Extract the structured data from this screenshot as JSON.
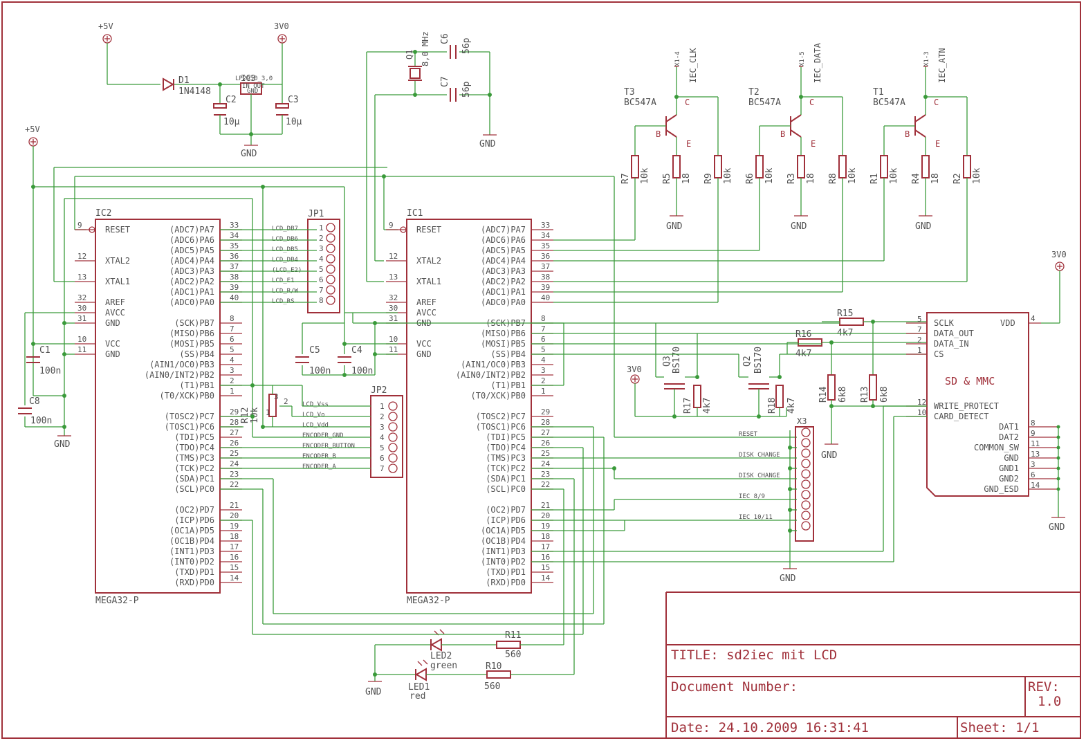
{
  "title_block": {
    "title": "TITLE:  sd2iec mit LCD",
    "doc_number": "Document Number:",
    "rev_label": "REV:",
    "rev_value": "1.0",
    "date": "Date: 24.10.2009 16:31:41",
    "sheet": "Sheet: 1/1"
  },
  "ic2": {
    "name": "IC2",
    "type": "MEGA32-P",
    "left_pins": [
      {
        "n": "9",
        "l": "RESET"
      },
      {
        "n": "12",
        "l": "XTAL2"
      },
      {
        "n": "13",
        "l": "XTAL1"
      },
      {
        "n": "32",
        "l": "AREF"
      },
      {
        "n": "30",
        "l": "AVCC"
      },
      {
        "n": "31",
        "l": "GND"
      },
      {
        "n": "10",
        "l": "VCC"
      },
      {
        "n": "11",
        "l": "GND"
      }
    ]
  },
  "ic1": {
    "name": "IC1",
    "type": "MEGA32-P"
  },
  "mcu_right_pins": [
    {
      "n": "33",
      "l": "(ADC7)PA7"
    },
    {
      "n": "34",
      "l": "(ADC6)PA6"
    },
    {
      "n": "35",
      "l": "(ADC5)PA5"
    },
    {
      "n": "36",
      "l": "(ADC4)PA4"
    },
    {
      "n": "37",
      "l": "(ADC3)PA3"
    },
    {
      "n": "38",
      "l": "(ADC2)PA2"
    },
    {
      "n": "39",
      "l": "(ADC1)PA1"
    },
    {
      "n": "40",
      "l": "(ADC0)PA0"
    },
    {
      "n": "8",
      "l": "(SCK)PB7"
    },
    {
      "n": "7",
      "l": "(MISO)PB6"
    },
    {
      "n": "6",
      "l": "(MOSI)PB5"
    },
    {
      "n": "5",
      "l": "(SS)PB4"
    },
    {
      "n": "4",
      "l": "(AIN1/OC0)PB3"
    },
    {
      "n": "3",
      "l": "(AIN0/INT2)PB2"
    },
    {
      "n": "2",
      "l": "(T1)PB1"
    },
    {
      "n": "1",
      "l": "(T0/XCK)PB0"
    },
    {
      "n": "29",
      "l": "(TOSC2)PC7"
    },
    {
      "n": "28",
      "l": "(TOSC1)PC6"
    },
    {
      "n": "27",
      "l": "(TDI)PC5"
    },
    {
      "n": "26",
      "l": "(TDO)PC4"
    },
    {
      "n": "25",
      "l": "(TMS)PC3"
    },
    {
      "n": "24",
      "l": "(TCK)PC2"
    },
    {
      "n": "23",
      "l": "(SDA)PC1"
    },
    {
      "n": "22",
      "l": "(SCL)PC0"
    },
    {
      "n": "21",
      "l": "(OC2)PD7"
    },
    {
      "n": "20",
      "l": "(ICP)PD6"
    },
    {
      "n": "19",
      "l": "(OC1A)PD5"
    },
    {
      "n": "18",
      "l": "(OC1B)PD4"
    },
    {
      "n": "17",
      "l": "(INT1)PD3"
    },
    {
      "n": "16",
      "l": "(INT0)PD2"
    },
    {
      "n": "15",
      "l": "(TXD)PD1"
    },
    {
      "n": "14",
      "l": "(RXD)PD0"
    }
  ],
  "jp1": {
    "name": "JP1",
    "pins": [
      "1",
      "2",
      "3",
      "4",
      "5",
      "6",
      "7",
      "8"
    ],
    "nets": [
      "LCD_DB7",
      "LCD_DB6",
      "LCD_DB5",
      "LCD_DB4",
      "(LCD_E2)",
      "LCD_E1",
      "LCD_R/W",
      "LCD_RS"
    ]
  },
  "jp2": {
    "name": "JP2",
    "pins": [
      "1",
      "2",
      "3",
      "4",
      "5",
      "6",
      "7"
    ],
    "nets": [
      "LCD_Vss",
      "LCD_Vo",
      "LCD_Vdd",
      "ENCODER_GND",
      "ENCODER_BUTTON",
      "ENCODER_B",
      "ENCODER_A"
    ]
  },
  "x3": {
    "name": "X3",
    "nets": [
      "RESET",
      "DISK_CHANGE",
      "DISK_CHANGE",
      "IEC_8/9",
      "IEC_10/11"
    ]
  },
  "sd": {
    "title": "SD & MMC",
    "left_pins": [
      {
        "n": "5",
        "l": "SCLK"
      },
      {
        "n": "7",
        "l": "DATA_OUT"
      },
      {
        "n": "2",
        "l": "DATA_IN"
      },
      {
        "n": "1",
        "l": "CS"
      },
      {
        "n": "12",
        "l": "WRITE_PROTECT"
      },
      {
        "n": "10",
        "l": "CARD_DETECT"
      }
    ],
    "vdd": {
      "n": "4",
      "l": "VDD"
    },
    "right_pins": [
      {
        "n": "8",
        "l": "DAT1"
      },
      {
        "n": "9",
        "l": "DAT2"
      },
      {
        "n": "11",
        "l": "COMMON_SW"
      },
      {
        "n": "13",
        "l": "GND"
      },
      {
        "n": "3",
        "l": "GND1"
      },
      {
        "n": "6",
        "l": "GND2"
      },
      {
        "n": "14",
        "l": "GND_ESD"
      }
    ]
  },
  "supplies": {
    "p5v": "+5V",
    "v3": "3V0",
    "gnd": "GND"
  },
  "regulator": {
    "name": "IC3",
    "type": "LP2950_3,0",
    "pins": "IN  OUT",
    "gnd": "GND"
  },
  "diode": {
    "name": "D1",
    "type": "1N4148"
  },
  "transistors": [
    {
      "name": "T3",
      "type": "BC547A",
      "net": "IEC_CLK",
      "conn": "X1-4"
    },
    {
      "name": "T2",
      "type": "BC547A",
      "net": "IEC_DATA",
      "conn": "X1-5"
    },
    {
      "name": "T1",
      "type": "BC547A",
      "net": "IEC_ATN",
      "conn": "X1-3"
    }
  ],
  "tr_pins": {
    "b": "B",
    "c": "C",
    "e": "E"
  },
  "mosfets": [
    {
      "name": "Q3",
      "type": "BS170"
    },
    {
      "name": "Q2",
      "type": "BS170"
    }
  ],
  "resistors": {
    "R7": "10k",
    "R5": "18",
    "R9": "10k",
    "R6": "10k",
    "R3": "18",
    "R8": "10k",
    "R1": "10k",
    "R4": "18",
    "R2": "10k",
    "R15": "4k7",
    "R16": "4k7",
    "R17": "4k7",
    "R18": "4k7",
    "R14": "6k8",
    "R13": "6k8",
    "R11": "560",
    "R10": "560",
    "R12": "10k"
  },
  "r12_pins": {
    "p1": "1",
    "p2": "2",
    "p3": "3"
  },
  "capacitors": {
    "C2": "10µ",
    "C3": "10µ",
    "C6": "56p",
    "C7": "56p",
    "C1": "100n",
    "C8": "100n",
    "C5": "100n",
    "C4": "100n"
  },
  "crystal": {
    "name": "Q1",
    "value": "8,0 MHz"
  },
  "leds": [
    {
      "name": "LED2",
      "color": "green"
    },
    {
      "name": "LED1",
      "color": "red"
    }
  ]
}
